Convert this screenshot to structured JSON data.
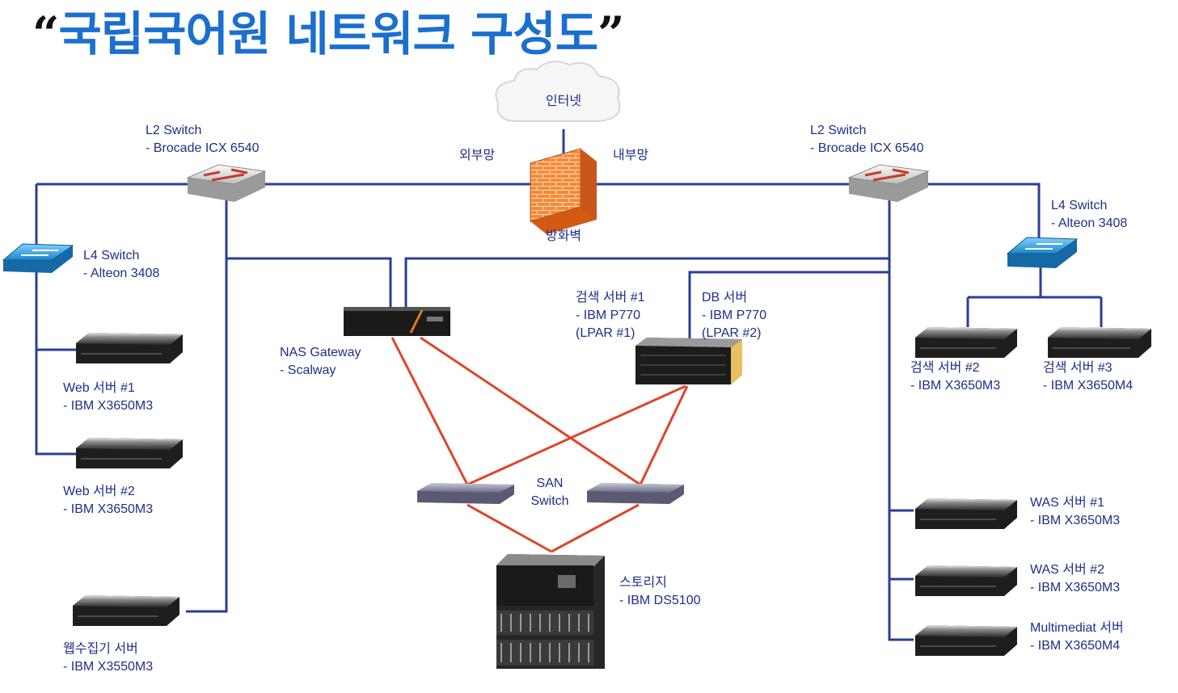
{
  "title": {
    "open_quote": "“",
    "text": "국립국어원 네트워크 구성도",
    "close_quote": "”"
  },
  "colors": {
    "title_blue": "#1a6fcf",
    "label_navy": "#1e2f8a",
    "network_link": "#2a3f96",
    "san_link": "#e0442a",
    "firewall": "#f07a2a",
    "l4_switch": "#2a9ad8"
  },
  "nodes": {
    "internet": {
      "name": "인터넷",
      "icon": "cloud-icon"
    },
    "outside": "외부망",
    "inside": "내부망",
    "firewall": {
      "name": "방화벽",
      "icon": "firewall-icon"
    },
    "l2_left": {
      "line1": "L2 Switch",
      "line2": "- Brocade ICX 6540",
      "icon": "l2-switch-icon"
    },
    "l2_right": {
      "line1": "L2 Switch",
      "line2": "- Brocade ICX 6540",
      "icon": "l2-switch-icon"
    },
    "l4_left": {
      "line1": "L4 Switch",
      "line2": "- Alteon 3408",
      "icon": "l4-switch-icon"
    },
    "l4_right": {
      "line1": "L4 Switch",
      "line2": "- Alteon 3408",
      "icon": "l4-switch-icon"
    },
    "web1": {
      "line1": "Web 서버 #1",
      "line2": "- IBM X3650M3",
      "icon": "rack-server-icon"
    },
    "web2": {
      "line1": "Web 서버 #2",
      "line2": "- IBM X3650M3",
      "icon": "rack-server-icon"
    },
    "collector": {
      "line1": "웹수집기 서버",
      "line2": "- IBM X3550M3",
      "icon": "rack-server-icon"
    },
    "nas": {
      "line1": "NAS Gateway",
      "line2": "- Scalway",
      "icon": "nas-gateway-icon"
    },
    "search1": {
      "line1": "검색 서버 #1",
      "line2": "- IBM P770",
      "line3": "(LPAR #1)"
    },
    "db": {
      "line1": "DB 서버",
      "line2": "- IBM P770",
      "line3": "(LPAR #2)",
      "icon": "ibm-p770-server-icon"
    },
    "san": {
      "line1": "SAN",
      "line2": "Switch",
      "icon": "san-switch-icon"
    },
    "storage": {
      "line1": "스토리지",
      "line2": "- IBM DS5100",
      "icon": "storage-array-icon"
    },
    "search2": {
      "line1": "검색 서버 #2",
      "line2": "- IBM X3650M3",
      "icon": "rack-server-icon"
    },
    "search3": {
      "line1": "검색 서버 #3",
      "line2": "- IBM X3650M4",
      "icon": "rack-server-icon"
    },
    "was1": {
      "line1": "WAS 서버 #1",
      "line2": "- IBM X3650M3",
      "icon": "rack-server-icon"
    },
    "was2": {
      "line1": "WAS 서버 #2",
      "line2": "- IBM X3650M3",
      "icon": "rack-server-icon"
    },
    "multimedia": {
      "line1": "Multimediat 서버",
      "line2": "- IBM X3650M4",
      "icon": "rack-server-icon"
    }
  }
}
